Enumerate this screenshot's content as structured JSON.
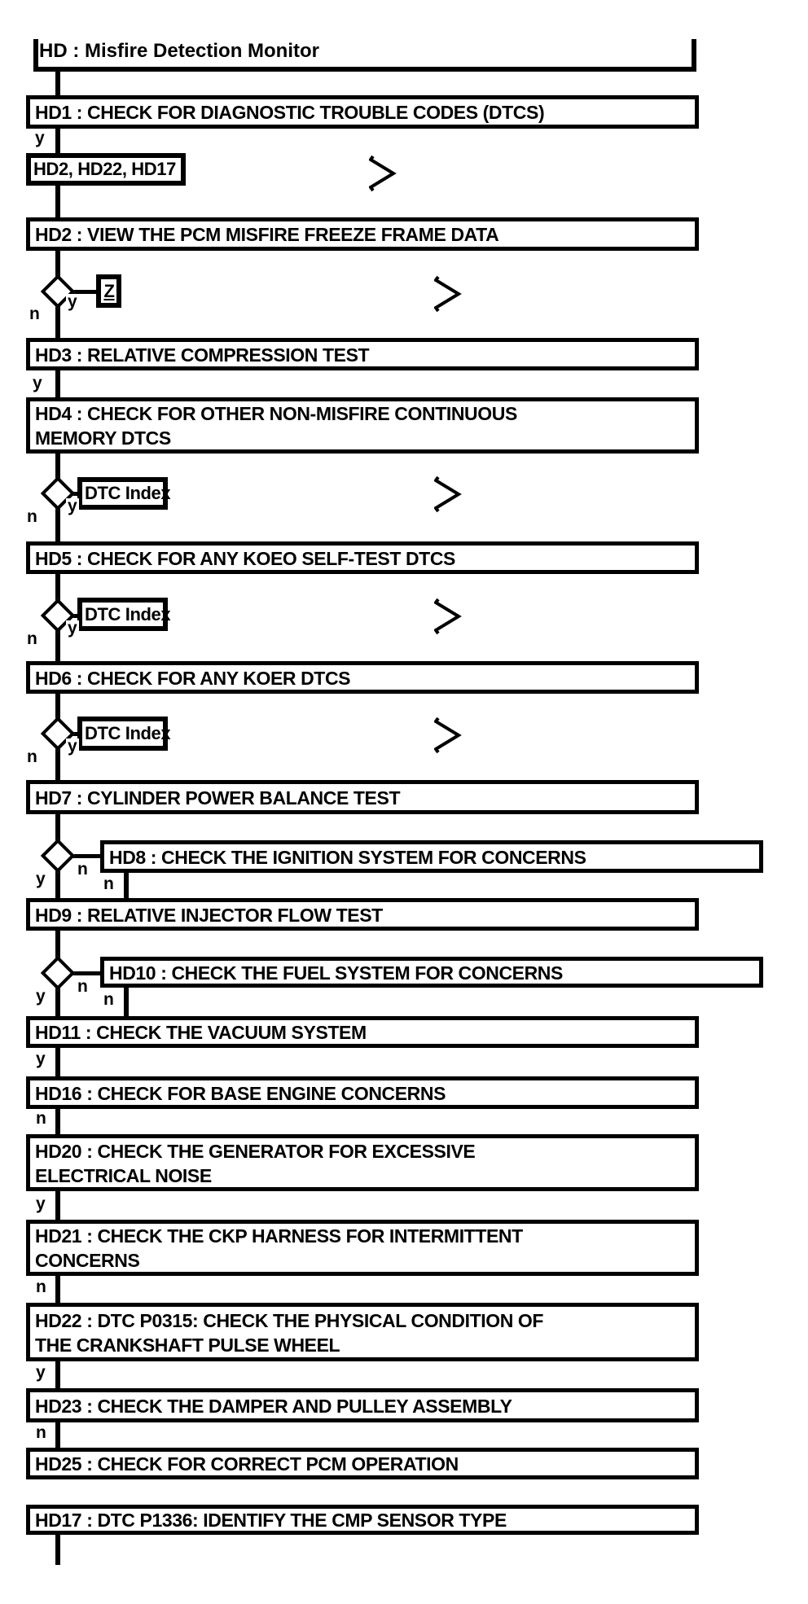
{
  "title": {
    "label": "HD : Misfire Detection Monitor"
  },
  "labels": {
    "yes": "y",
    "no": "n"
  },
  "refs": {
    "jump": {
      "label": "HD2, HD22, HD17"
    },
    "z": {
      "label": "Z"
    },
    "dtc": {
      "label": "DTC Index"
    }
  },
  "icons": {
    "chevron": "next-chevron"
  },
  "colors": {
    "ink": "#000000",
    "paper": "#ffffff"
  },
  "steps": {
    "hd1": {
      "l1": "HD1 : CHECK FOR DIAGNOSTIC TROUBLE CODES (DTCS)"
    },
    "hd2": {
      "l1": "HD2 : VIEW THE PCM MISFIRE FREEZE FRAME DATA"
    },
    "hd3": {
      "l1": "HD3 : RELATIVE COMPRESSION TEST"
    },
    "hd4": {
      "l1": "HD4 : CHECK FOR OTHER NON-MISFIRE CONTINUOUS",
      "l2": "MEMORY DTCS"
    },
    "hd5": {
      "l1": "HD5 : CHECK FOR ANY KOEO SELF-TEST DTCS"
    },
    "hd6": {
      "l1": "HD6 : CHECK FOR ANY KOER DTCS"
    },
    "hd7": {
      "l1": "HD7 : CYLINDER POWER BALANCE TEST"
    },
    "hd8": {
      "l1": "HD8 : CHECK THE IGNITION SYSTEM FOR CONCERNS"
    },
    "hd9": {
      "l1": "HD9 : RELATIVE INJECTOR FLOW TEST"
    },
    "hd10": {
      "l1": "HD10 : CHECK THE FUEL SYSTEM FOR CONCERNS"
    },
    "hd11": {
      "l1": "HD11 : CHECK THE VACUUM SYSTEM"
    },
    "hd16": {
      "l1": "HD16 : CHECK FOR BASE ENGINE CONCERNS"
    },
    "hd20": {
      "l1": "HD20 : CHECK THE GENERATOR FOR EXCESSIVE",
      "l2": "ELECTRICAL NOISE"
    },
    "hd21": {
      "l1": "HD21 : CHECK THE CKP HARNESS FOR INTERMITTENT",
      "l2": "CONCERNS"
    },
    "hd22": {
      "l1": "HD22 : DTC P0315: CHECK THE PHYSICAL CONDITION OF",
      "l2": "THE CRANKSHAFT PULSE WHEEL"
    },
    "hd23": {
      "l1": "HD23 : CHECK THE DAMPER AND PULLEY ASSEMBLY"
    },
    "hd25": {
      "l1": "HD25 : CHECK FOR CORRECT PCM OPERATION"
    },
    "hd17": {
      "l1": "HD17 : DTC P1336: IDENTIFY THE CMP SENSOR TYPE"
    }
  }
}
